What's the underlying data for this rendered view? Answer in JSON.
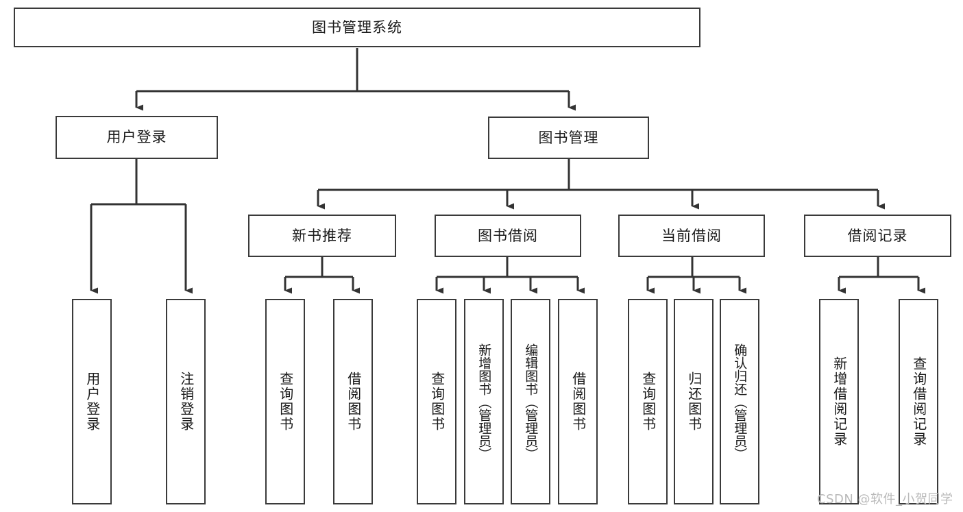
{
  "diagram": {
    "type": "tree-hierarchy",
    "title": "图书管理系统",
    "root": {
      "label": "图书管理系统"
    },
    "level2": [
      {
        "label": "用户登录"
      },
      {
        "label": "图书管理"
      }
    ],
    "level3": [
      {
        "label": "新书推荐"
      },
      {
        "label": "图书借阅"
      },
      {
        "label": "当前借阅"
      },
      {
        "label": "借阅记录"
      }
    ],
    "leaves": {
      "user_login": [
        {
          "label": "用户登录"
        },
        {
          "label": "注销登录"
        }
      ],
      "new_book_recommend": [
        {
          "label": "查询图书"
        },
        {
          "label": "借阅图书"
        }
      ],
      "book_borrow": [
        {
          "label": "查询图书"
        },
        {
          "label": "新增图书（管理员）"
        },
        {
          "label": "编辑图书（管理员）"
        },
        {
          "label": "借阅图书"
        }
      ],
      "current_borrow": [
        {
          "label": "查询图书"
        },
        {
          "label": "归还图书"
        },
        {
          "label": "确认归还（管理员）"
        }
      ],
      "borrow_record": [
        {
          "label": "新增借阅记录"
        },
        {
          "label": "查询借阅记录"
        }
      ]
    }
  },
  "watermark": {
    "text": "CSDN @软件_小贺同学"
  },
  "colors": {
    "border": "#3a3a3a",
    "text": "#1b1b1b",
    "background": "#ffffff",
    "watermark": "#b9b9b9"
  }
}
